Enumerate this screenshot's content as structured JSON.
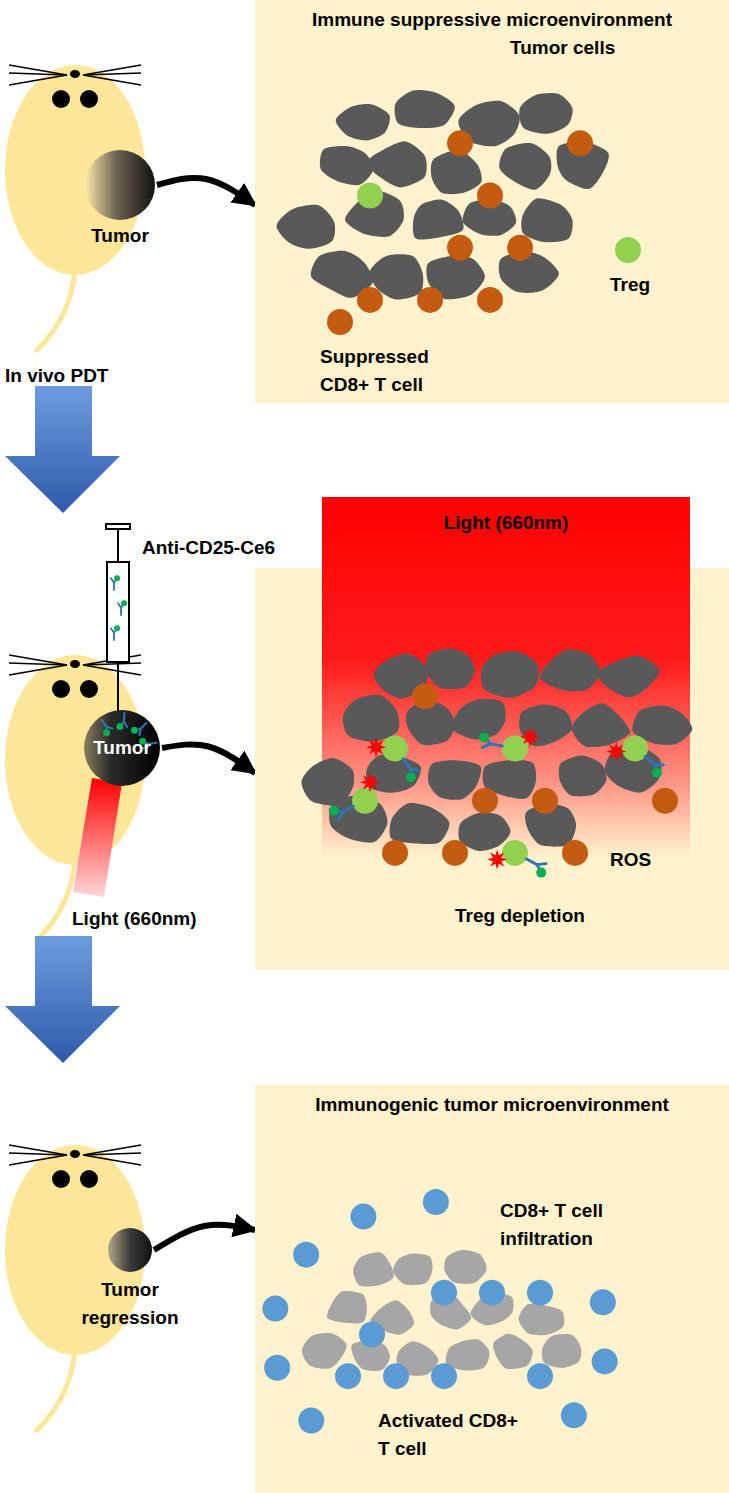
{
  "diagram": {
    "nodes": [
      {
        "text": [
          "Tumor"
        ]
      },
      {
        "text": [
          "Immune suppressive microenvironment",
          "Tumor cells",
          "Treg",
          "Suppressed CD8+ T cell"
        ]
      },
      {
        "text": [
          "Tumor"
        ]
      },
      {
        "text": [
          "ROS",
          "Treg depletion"
        ]
      },
      {
        "text": [
          "Light (660nm)"
        ],
        "in": 3
      },
      {
        "text": [
          "Tumor regression"
        ]
      },
      {
        "text": [
          "Immunogenic tumor microenvironment",
          "CD8+ T cell infiltration",
          "Activated CD8+ T cell"
        ]
      }
    ],
    "edges": [
      {
        "from": 0,
        "to": 1,
        "arrow": "to"
      },
      {
        "from": 2,
        "to": 3,
        "arrow": "to"
      },
      {
        "from": 5,
        "to": 6,
        "arrow": "to"
      }
    ],
    "labels": [
      "In vivo PDT",
      "Anti-CD25-Ce6",
      "Light (660nm)"
    ]
  }
}
